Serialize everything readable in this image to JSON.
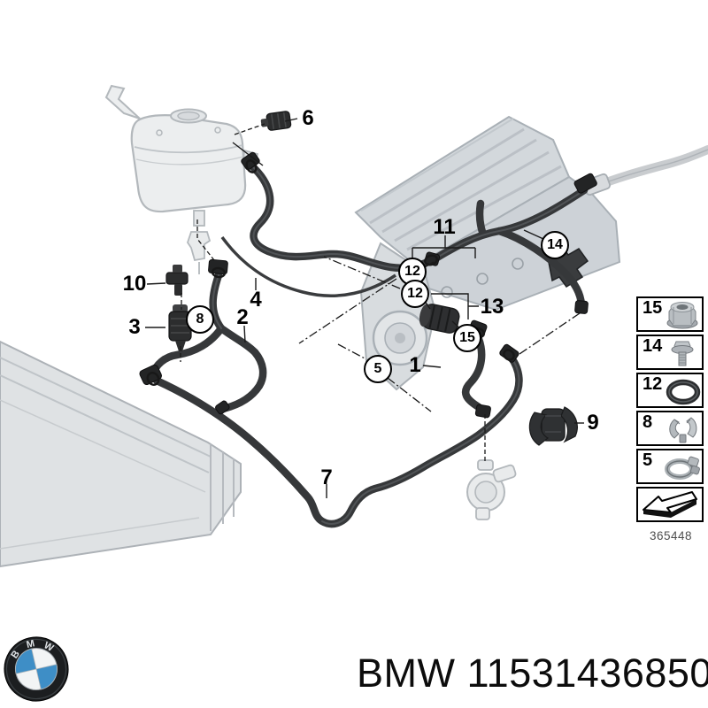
{
  "page": {
    "background": "#ffffff",
    "type": "parts-catalog-diagram"
  },
  "diagram": {
    "figure_number": "365448",
    "callouts": [
      {
        "label": "6",
        "style": "plain"
      },
      {
        "label": "10",
        "style": "plain"
      },
      {
        "label": "3",
        "style": "plain"
      },
      {
        "label": "2",
        "style": "plain"
      },
      {
        "label": "4",
        "style": "plain"
      },
      {
        "label": "11",
        "style": "plain"
      },
      {
        "label": "13",
        "style": "plain"
      },
      {
        "label": "1",
        "style": "plain"
      },
      {
        "label": "9",
        "style": "plain"
      },
      {
        "label": "7",
        "style": "plain"
      },
      {
        "label": "8",
        "style": "circled"
      },
      {
        "label": "12",
        "style": "circled"
      },
      {
        "label": "12",
        "style": "circled"
      },
      {
        "label": "15",
        "style": "circled"
      },
      {
        "label": "14",
        "style": "circled"
      },
      {
        "label": "5",
        "style": "circled"
      }
    ],
    "legend": {
      "items": [
        {
          "label": "15",
          "icon": "hex-nut-icon"
        },
        {
          "label": "14",
          "icon": "flange-bolt-icon"
        },
        {
          "label": "12",
          "icon": "o-ring-icon"
        },
        {
          "label": "8",
          "icon": "retaining-clip-icon"
        },
        {
          "label": "5",
          "icon": "hose-clamp-icon"
        },
        {
          "label": "",
          "icon": "direction-arrow-icon"
        }
      ]
    },
    "illustration_parts": [
      "expansion-tank",
      "engine",
      "radiator",
      "water-pump",
      "coolant-hoses",
      "vent-valve",
      "sensor",
      "clip"
    ],
    "colors": {
      "hose_dark": "#36383a",
      "part_light": "#d5d9dc",
      "line_light": "#aab0b5"
    }
  },
  "footer": {
    "full_label": "BMW 11531436850",
    "brand": "BMW",
    "part_number": "11531436850",
    "logo_letters": [
      "B",
      "M",
      "W"
    ],
    "logo_colors": {
      "ring": "#1c1e20",
      "blue": "#3e8ec6",
      "white": "#f2f4f5"
    }
  }
}
